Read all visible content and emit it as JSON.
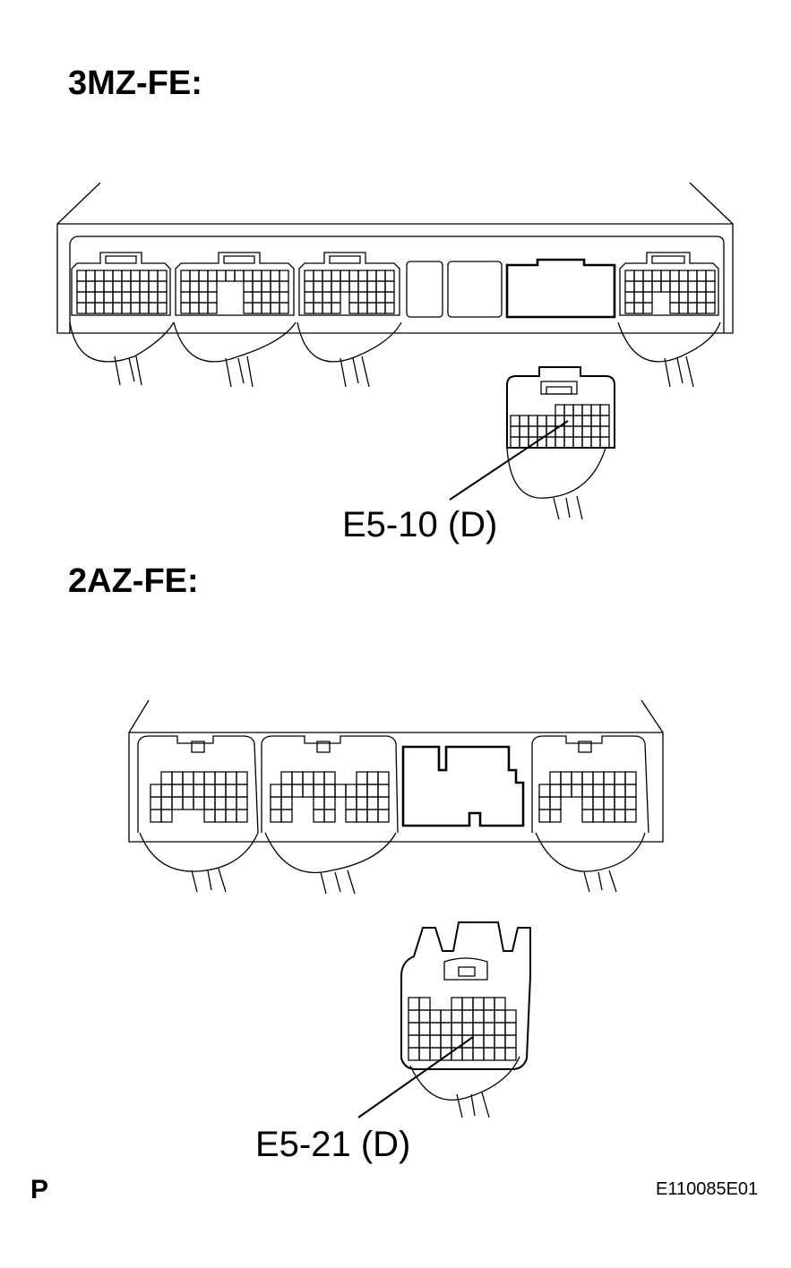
{
  "sections": [
    {
      "heading": "3MZ-FE:",
      "connector_label": "E5-10 (D)"
    },
    {
      "heading": "2AZ-FE:",
      "connector_label": "E5-21 (D)"
    }
  ],
  "footer": {
    "page_marker": "P",
    "figure_id": "E110085E01"
  }
}
